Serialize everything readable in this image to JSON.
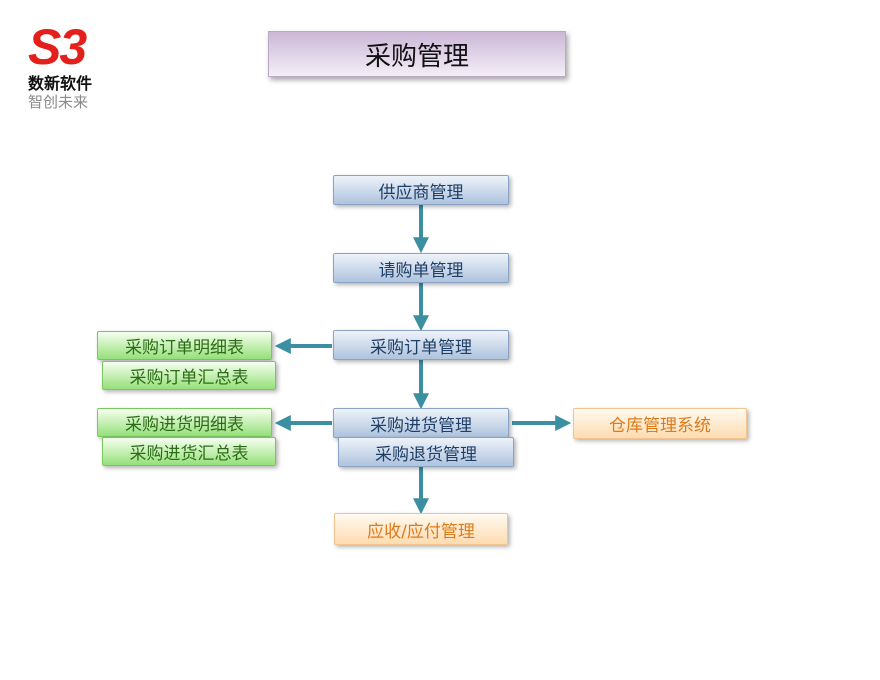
{
  "logo": {
    "mark": "S3",
    "name": "数新软件",
    "slogan": "智创未来"
  },
  "title": "采购管理",
  "nodes": {
    "supplier": "供应商管理",
    "requisition": "请购单管理",
    "purchase_order": "采购订单管理",
    "po_detail": "采购订单明细表",
    "po_summary": "采购订单汇总表",
    "receiving": "采购进货管理",
    "returns": "采购退货管理",
    "receiving_detail": "采购进货明细表",
    "receiving_summary": "采购进货汇总表",
    "warehouse": "仓库管理系统",
    "ar_ap": "应收/应付管理"
  },
  "colors": {
    "arrow": "#3b8fa0",
    "title_gradient_top": "#cbb7d6",
    "logo_red": "#e3201b"
  }
}
